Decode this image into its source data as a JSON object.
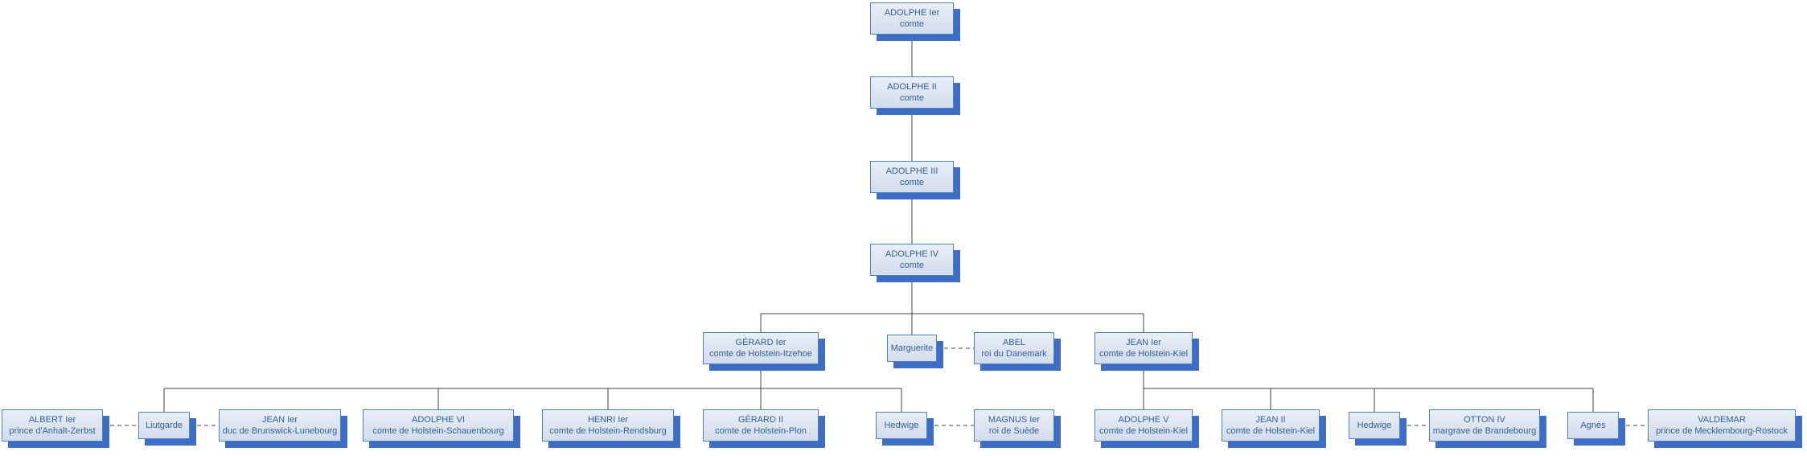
{
  "diagram": {
    "kind": "family-tree-org-chart",
    "background_color": "#ffffff"
  },
  "style": {
    "node_fill_top": "#e9eef6",
    "node_fill_bottom": "#d2dcec",
    "node_border_color": "#4f81bd",
    "node_shadow_color": "#3d6dc5",
    "node_text_color": "#2f5f9e",
    "connector_color": "#404040",
    "marriage_line_style": "dashed",
    "descent_line_style": "solid"
  },
  "nodes": {
    "adolphe1": {
      "name": "ADOLPHE Ier",
      "title": "comte"
    },
    "adolphe2": {
      "name": "ADOLPHE II",
      "title": "comte"
    },
    "adolphe3": {
      "name": "ADOLPHE III",
      "title": "comte"
    },
    "adolphe4": {
      "name": "ADOLPHE IV",
      "title": "comte"
    },
    "gerard1": {
      "name": "GÉRARD Ier",
      "title": "comte de Holstein-Itzehoe"
    },
    "marguerite": {
      "name": "Marguerite"
    },
    "abel": {
      "name": "ABEL",
      "title": "roi du Danemark"
    },
    "jean1_kiel": {
      "name": "JEAN Ier",
      "title": "comte de Holstein-Kiel"
    },
    "albert1": {
      "name": "ALBERT Ier",
      "title": "prince d'Anhalt-Zerbst"
    },
    "liutgarde": {
      "name": "Liutgarde"
    },
    "jean1_brunswick": {
      "name": "JEAN Ier",
      "title": "duc de Brunswick-Lunebourg"
    },
    "adolphe6": {
      "name": "ADOLPHE VI",
      "title": "comte de Holstein-Schauenbourg"
    },
    "henri1": {
      "name": "HENRI Ier",
      "title": "comte de Holstein-Rendsburg"
    },
    "gerard2": {
      "name": "GÉRARD II",
      "title": "comte de Holstein-Plon"
    },
    "hedwige1": {
      "name": "Hedwige"
    },
    "magnus1": {
      "name": "MAGNUS Ier",
      "title": "roi de Suède"
    },
    "adolphe5": {
      "name": "ADOLPHE V",
      "title": "comte de Holstein-Kiel"
    },
    "jean2": {
      "name": "JEAN II",
      "title": "comte de Holstein-Kiel"
    },
    "hedwige2": {
      "name": "Hedwige"
    },
    "otton4": {
      "name": "OTTON IV",
      "title": "margrave de Brandebourg"
    },
    "agnes": {
      "name": "Agnès"
    },
    "valdemar": {
      "name": "VALDEMAR",
      "title": "prince de Mecklembourg-Rostock"
    }
  },
  "relationships": {
    "lineage_chain": [
      "adolphe1",
      "adolphe2",
      "adolphe3",
      "adolphe4"
    ],
    "children": {
      "adolphe4": [
        "gerard1",
        "marguerite",
        "jean1_kiel"
      ],
      "gerard1": [
        "liutgarde",
        "adolphe6",
        "henri1",
        "gerard2",
        "hedwige1"
      ],
      "jean1_kiel": [
        "adolphe5",
        "jean2",
        "hedwige2",
        "agnes"
      ]
    },
    "marriages": [
      [
        "marguerite",
        "abel"
      ],
      [
        "liutgarde",
        "albert1"
      ],
      [
        "liutgarde",
        "jean1_brunswick"
      ],
      [
        "hedwige1",
        "magnus1"
      ],
      [
        "hedwige2",
        "otton4"
      ],
      [
        "agnes",
        "valdemar"
      ]
    ]
  }
}
